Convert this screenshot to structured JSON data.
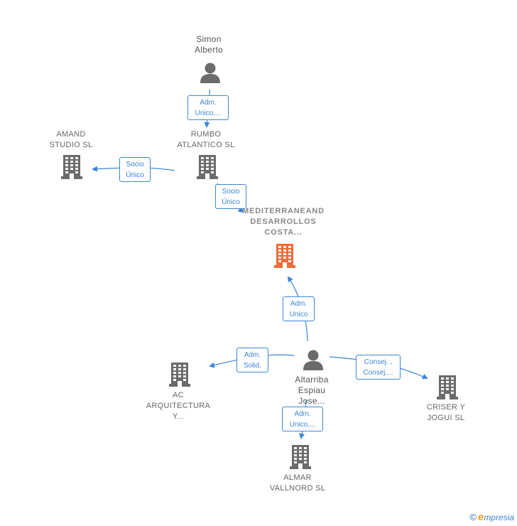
{
  "nodes": {
    "simon": {
      "label": "Simon\nAlberto",
      "type": "person"
    },
    "rumbo": {
      "label": "RUMBO\nATLANTICO SL",
      "type": "company"
    },
    "amand": {
      "label": "AMAND\nSTUDIO SL",
      "type": "company"
    },
    "mediterraneand": {
      "label": "MEDITERRANEAND\nDESARROLLOS\nCOSTA...",
      "type": "company-main"
    },
    "altarriba": {
      "label": "Altarriba\nEspiau\nJose...",
      "type": "person"
    },
    "ac": {
      "label": "AC\nARQUITECTURA\nY...",
      "type": "company"
    },
    "criser": {
      "label": "CRISER Y\nJOGUI SL",
      "type": "company"
    },
    "almar": {
      "label": "ALMAR\nVALLNORD SL",
      "type": "company"
    }
  },
  "edges": {
    "simon_rumbo": "Adm.\nUnico,...",
    "rumbo_amand": "Socio\nÚnico",
    "rumbo_medit": "Socio\nÚnico",
    "alt_medit": "Adm.\nUnico",
    "alt_ac": "Adm.\nSolid.",
    "alt_criser": "Consej. ,\nConsej....",
    "alt_almar": "Adm.\nUnico,..."
  },
  "colors": {
    "edge": "#3d85d8",
    "icon": "#6b6b6b",
    "main_icon": "#f26b38"
  },
  "footer": {
    "copyright": "©",
    "brand_first": "e",
    "brand_rest": "mpresia"
  }
}
